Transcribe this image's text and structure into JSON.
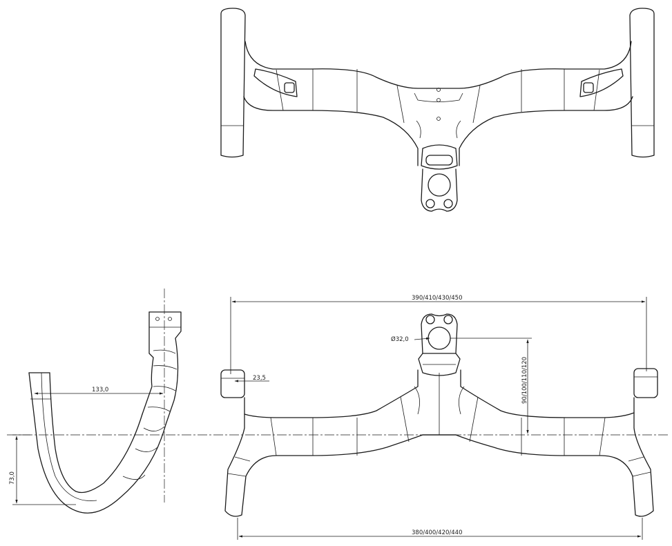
{
  "dimensions": {
    "drop_width": "390/410/430/450",
    "tops_width": "380/400/420/440",
    "stem_length": "90/100/110/120",
    "clamp_diameter": "Ø32,0",
    "drop_diameter": "23,5",
    "reach": "133,0",
    "drop": "73,0"
  },
  "views": [
    "top-view",
    "side-view",
    "front-view"
  ]
}
